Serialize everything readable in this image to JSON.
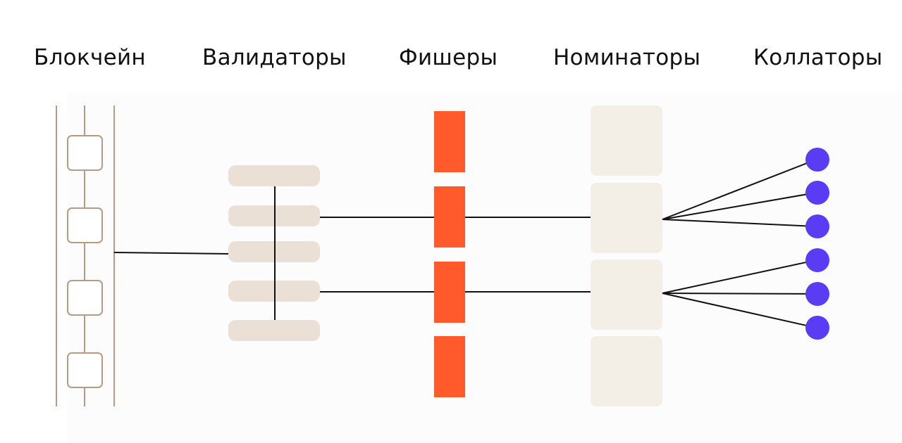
{
  "columns": [
    {
      "label": "Блокчейн"
    },
    {
      "label": "Валидаторы"
    },
    {
      "label": "Фишеры"
    },
    {
      "label": "Номинаторы"
    },
    {
      "label": "Коллаторы"
    }
  ],
  "colors": {
    "text": "#111111",
    "connector": "#111111",
    "chain_outline": "#b89a84",
    "validator_fill": "#ebe0d6",
    "fisher_fill": "#ff5a2b",
    "nominator_fill": "#f3efe7",
    "collator_fill": "#5b3cf5"
  },
  "diagram": {
    "blockchain_blocks": 4,
    "validators": 5,
    "fishers": 4,
    "nominators": 4,
    "collators": 6
  }
}
